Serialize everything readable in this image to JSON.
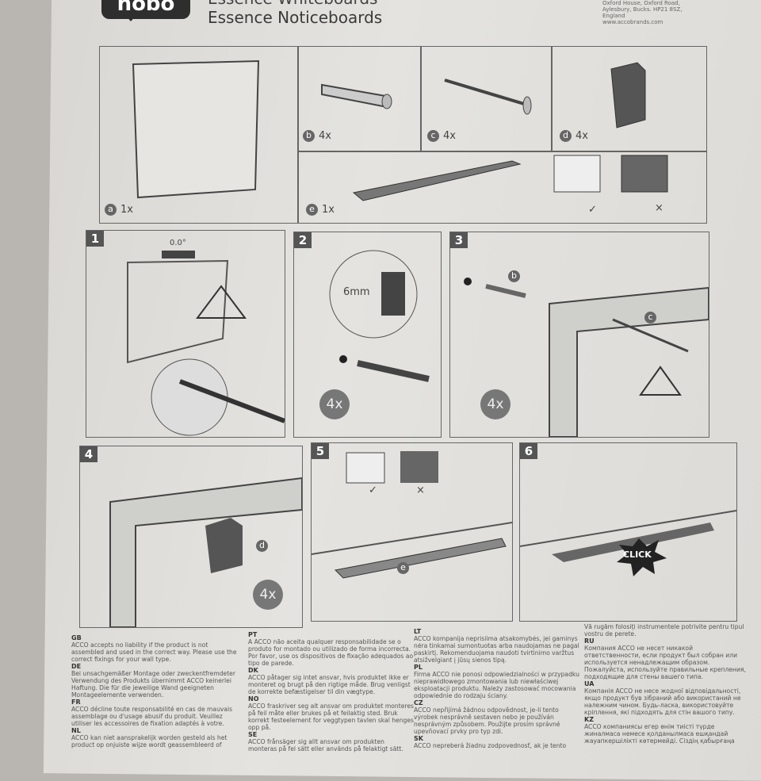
{
  "header": {
    "brand": "nobo",
    "title_line1": "Essence Whiteboards",
    "title_line2": "Essence Noticeboards",
    "address": [
      "Oxford House, Oxford Road,",
      "Aylesbury, Bucks. HP21 8SZ,",
      "England",
      "www.accobrands.com"
    ]
  },
  "parts": [
    {
      "letter": "a",
      "qty": "1x"
    },
    {
      "letter": "b",
      "qty": "4x"
    },
    {
      "letter": "c",
      "qty": "4x"
    },
    {
      "letter": "d",
      "qty": "4x"
    },
    {
      "letter": "e",
      "qty": "1x"
    }
  ],
  "steps": [
    {
      "number": "1",
      "level_reading": "0.0°"
    },
    {
      "number": "2",
      "drill_size": "6mm",
      "qty": "4x"
    },
    {
      "number": "3",
      "qty": "4x",
      "labels": [
        "b",
        "c"
      ]
    },
    {
      "number": "4",
      "qty": "4x",
      "labels": [
        "d"
      ]
    },
    {
      "number": "5",
      "labels": [
        "e"
      ]
    },
    {
      "number": "6",
      "callout": "CLICK"
    }
  ],
  "marks": {
    "ok": "✓",
    "no": "×"
  },
  "disclaimers": [
    {
      "lang": "GB",
      "text": "ACCO accepts no liability if the product is not assembled and used in the correct way. Please use the correct fixings for your wall type."
    },
    {
      "lang": "DE",
      "text": "Bei unsachgemäßer Montage oder zweckentfremdeter Verwendung des Produkts übernimmt ACCO keinerlei Haftung. Die für die jeweilige Wand geeigneten Montageelemente verwenden."
    },
    {
      "lang": "FR",
      "text": "ACCO décline toute responsabilité en cas de mauvais assemblage ou d'usage abusif du produit. Veuillez utiliser les accessoires de fixation adaptés à votre."
    },
    {
      "lang": "NL",
      "text": "ACCO kan niet aansprakelijk worden gesteld als het product op onjuiste wijze wordt geassembleerd of"
    },
    {
      "lang": "PT",
      "text": "A ACCO não aceita qualquer responsabilidade se o produto for montado ou utilizado de forma incorrecta. Por favor, use os dispositivos de fixação adequados ao tipo de parede."
    },
    {
      "lang": "DK",
      "text": "ACCO påtager sig intet ansvar, hvis produktet ikke er monteret og brugt på den rigtige måde. Brug venligst de korrekte befæstigelser til din vægtype."
    },
    {
      "lang": "NO",
      "text": "ACCO fraskriver seg alt ansvar om produktet monteres på feil måte eller brukes på et feilaktig sted. Bruk korrekt festeelement for veggtypen tavlen skal henges opp på."
    },
    {
      "lang": "SE",
      "text": "ACCO frånsäger sig allt ansvar om produkten monteras på fel sätt eller används på felaktigt sätt."
    },
    {
      "lang": "LT",
      "text": "ACCO kompanija neprisiima atsakomybės, jei gaminys nėra tinkamai sumontuotas arba naudojamas ne pagal paskirtį. Rekomenduojama naudoti tvirtinimo varžtus atsižvelgiant į jūsų sienos tipą."
    },
    {
      "lang": "PL",
      "text": "Firma ACCO nie ponosi odpowiedzialności w przypadku nieprawidłowego zmontowania lub niewłaściwej eksploatacji produktu. Należy zastosować mocowania odpowiednie do rodzaju ściany."
    },
    {
      "lang": "CZ",
      "text": "ACCO nepřijímá žádnou odpovědnost, je-li tento výrobek nesprávně sestaven nebo je používán nesprávným způsobem. Použijte prosím správné upevňovací prvky pro typ zdi."
    },
    {
      "lang": "SK",
      "text": "ACCO nepreberá žiadnu zodpovednosť, ak je tento"
    },
    {
      "lang": "",
      "text": "Vă rugăm folosiți instrumentele potrivite pentru tipul vostru de perete."
    },
    {
      "lang": "RU",
      "text": "Компания ACCO не несет никакой ответственности, если продукт был собран или используется ненадлежащим образом. Пожалуйста, используйте правильные крепления, подходящие для стены вашего типа."
    },
    {
      "lang": "UA",
      "text": "Компанія ACCO не несе жодної відповідальності, якщо продукт був зібраний або використаний не належним чином. Будь-ласка, використовуйте кріплення, які підходять для стін вашого типу."
    },
    {
      "lang": "KZ",
      "text": "ACCO компаниясы егер өнім тиісті түрде жиналмаса немесе қолданылмаса ешқандай жауапкершілікті көтермейді. Сіздің қабырғаңа"
    }
  ]
}
